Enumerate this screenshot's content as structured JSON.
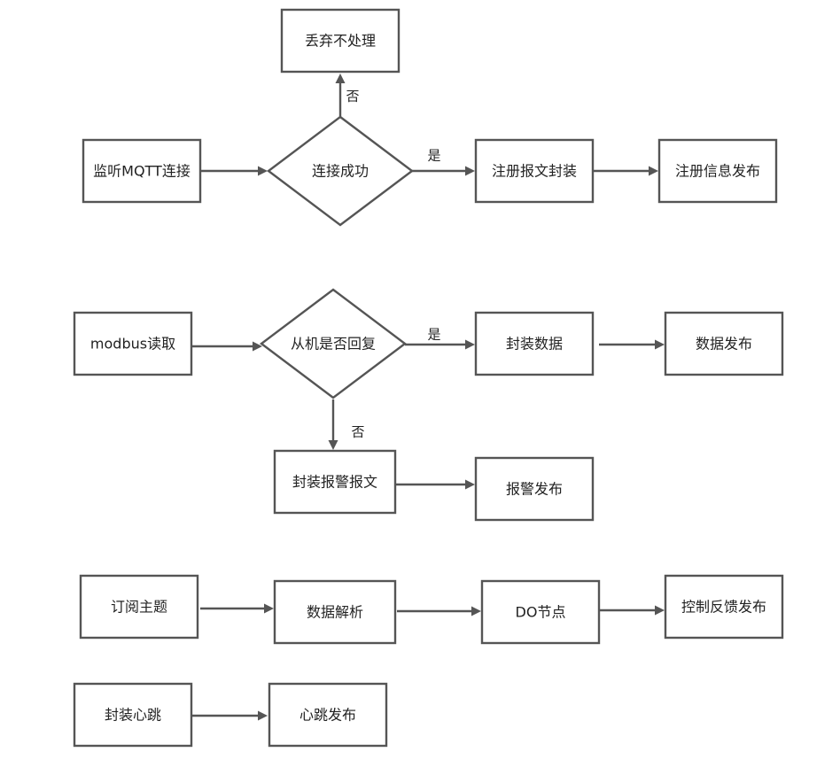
{
  "colors": {
    "stroke": "#555555",
    "fill": "#ffffff",
    "text": "#222222",
    "background": "#ffffff"
  },
  "nodes": [
    {
      "id": "mqtt-listen",
      "shape": "rect",
      "label": "监听MQTT连接"
    },
    {
      "id": "connect-success",
      "shape": "diamond",
      "label": "连接成功"
    },
    {
      "id": "discard",
      "shape": "rect",
      "label": "丢弃不处理"
    },
    {
      "id": "register-pack",
      "shape": "rect",
      "label": "注册报文封装"
    },
    {
      "id": "register-publish",
      "shape": "rect",
      "label": "注册信息发布"
    },
    {
      "id": "modbus-read",
      "shape": "rect",
      "label": "modbus读取"
    },
    {
      "id": "slave-reply",
      "shape": "diamond",
      "label": "从机是否回复"
    },
    {
      "id": "pack-data",
      "shape": "rect",
      "label": "封装数据"
    },
    {
      "id": "data-publish",
      "shape": "rect",
      "label": "数据发布"
    },
    {
      "id": "pack-alarm",
      "shape": "rect",
      "label": "封装报警报文"
    },
    {
      "id": "alarm-publish",
      "shape": "rect",
      "label": "报警发布"
    },
    {
      "id": "subscribe-topic",
      "shape": "rect",
      "label": "订阅主题"
    },
    {
      "id": "parse-data",
      "shape": "rect",
      "label": "数据解析"
    },
    {
      "id": "do-node",
      "shape": "rect",
      "label": "DO节点"
    },
    {
      "id": "control-feedback",
      "shape": "rect",
      "label": "控制反馈发布"
    },
    {
      "id": "pack-heartbeat",
      "shape": "rect",
      "label": "封装心跳"
    },
    {
      "id": "heartbeat-publish",
      "shape": "rect",
      "label": "心跳发布"
    }
  ],
  "edges": [
    {
      "from": "mqtt-listen",
      "to": "connect-success",
      "label": ""
    },
    {
      "from": "connect-success",
      "to": "discard",
      "label": "否"
    },
    {
      "from": "connect-success",
      "to": "register-pack",
      "label": "是"
    },
    {
      "from": "register-pack",
      "to": "register-publish",
      "label": ""
    },
    {
      "from": "modbus-read",
      "to": "slave-reply",
      "label": ""
    },
    {
      "from": "slave-reply",
      "to": "pack-data",
      "label": "是"
    },
    {
      "from": "pack-data",
      "to": "data-publish",
      "label": ""
    },
    {
      "from": "slave-reply",
      "to": "pack-alarm",
      "label": "否"
    },
    {
      "from": "pack-alarm",
      "to": "alarm-publish",
      "label": ""
    },
    {
      "from": "subscribe-topic",
      "to": "parse-data",
      "label": ""
    },
    {
      "from": "parse-data",
      "to": "do-node",
      "label": ""
    },
    {
      "from": "do-node",
      "to": "control-feedback",
      "label": ""
    },
    {
      "from": "pack-heartbeat",
      "to": "heartbeat-publish",
      "label": ""
    }
  ]
}
